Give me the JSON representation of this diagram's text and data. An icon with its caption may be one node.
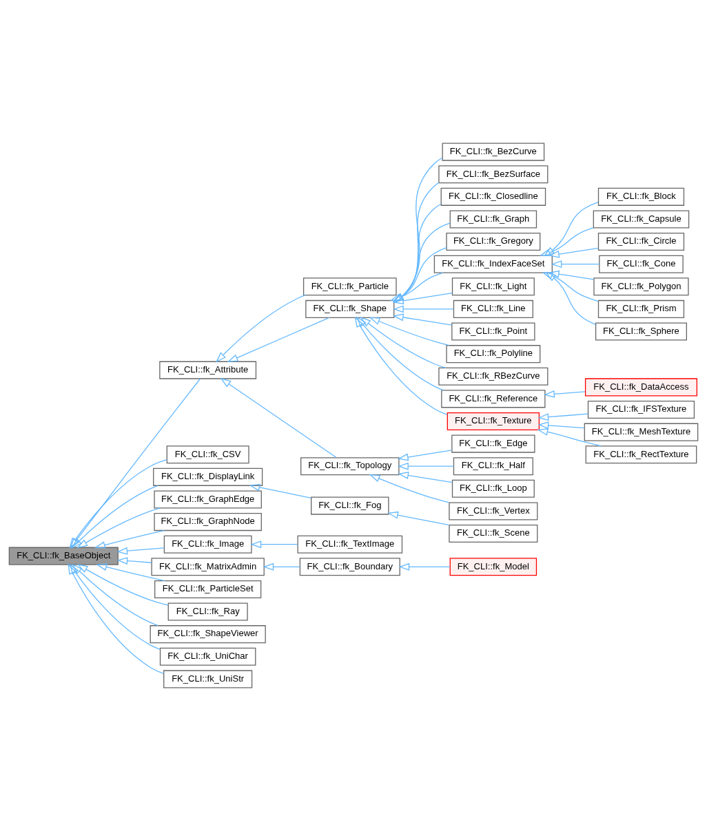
{
  "diagram": {
    "nodes": [
      {
        "text": [
          "FK_CLI::fk_BaseObject"
        ]
      },
      {
        "text": [
          "FK_CLI::fk_Attribute"
        ]
      },
      {
        "text": [
          "FK_CLI::fk_CSV"
        ]
      },
      {
        "text": [
          "FK_CLI::fk_DisplayLink"
        ]
      },
      {
        "text": [
          "FK_CLI::fk_GraphEdge"
        ]
      },
      {
        "text": [
          "FK_CLI::fk_GraphNode"
        ]
      },
      {
        "text": [
          "FK_CLI::fk_Image"
        ]
      },
      {
        "text": [
          "FK_CLI::fk_MatrixAdmin"
        ]
      },
      {
        "text": [
          "FK_CLI::fk_ParticleSet"
        ]
      },
      {
        "text": [
          "FK_CLI::fk_Ray"
        ]
      },
      {
        "text": [
          "FK_CLI::fk_ShapeViewer"
        ]
      },
      {
        "text": [
          "FK_CLI::fk_UniChar"
        ]
      },
      {
        "text": [
          "FK_CLI::fk_UniStr"
        ]
      },
      {
        "text": [
          "FK_CLI::fk_Particle"
        ]
      },
      {
        "text": [
          "FK_CLI::fk_Shape"
        ]
      },
      {
        "text": [
          "FK_CLI::fk_Topology"
        ]
      },
      {
        "text": [
          "FK_CLI::fk_Fog"
        ]
      },
      {
        "text": [
          "FK_CLI::fk_TextImage"
        ]
      },
      {
        "text": [
          "FK_CLI::fk_Boundary"
        ]
      },
      {
        "text": [
          "FK_CLI::fk_BezCurve"
        ]
      },
      {
        "text": [
          "FK_CLI::fk_BezSurface"
        ]
      },
      {
        "text": [
          "FK_CLI::fk_Closedline"
        ]
      },
      {
        "text": [
          "FK_CLI::fk_Graph"
        ]
      },
      {
        "text": [
          "FK_CLI::fk_Gregory"
        ]
      },
      {
        "text": [
          "FK_CLI::fk_IndexFaceSet"
        ]
      },
      {
        "text": [
          "FK_CLI::fk_Light"
        ]
      },
      {
        "text": [
          "FK_CLI::fk_Line"
        ]
      },
      {
        "text": [
          "FK_CLI::fk_Point"
        ]
      },
      {
        "text": [
          "FK_CLI::fk_Polyline"
        ]
      },
      {
        "text": [
          "FK_CLI::fk_RBezCurve"
        ]
      },
      {
        "text": [
          "FK_CLI::fk_Reference"
        ]
      },
      {
        "text": [
          "FK_CLI::fk_Texture"
        ]
      },
      {
        "text": [
          "FK_CLI::fk_Edge"
        ]
      },
      {
        "text": [
          "FK_CLI::fk_Half"
        ]
      },
      {
        "text": [
          "FK_CLI::fk_Loop"
        ]
      },
      {
        "text": [
          "FK_CLI::fk_Vertex"
        ]
      },
      {
        "text": [
          "FK_CLI::fk_Scene"
        ]
      },
      {
        "text": [
          "FK_CLI::fk_Model"
        ]
      },
      {
        "text": [
          "FK_CLI::fk_Block"
        ]
      },
      {
        "text": [
          "FK_CLI::fk_Capsule"
        ]
      },
      {
        "text": [
          "FK_CLI::fk_Circle"
        ]
      },
      {
        "text": [
          "FK_CLI::fk_Cone"
        ]
      },
      {
        "text": [
          "FK_CLI::fk_Polygon"
        ]
      },
      {
        "text": [
          "FK_CLI::fk_Prism"
        ]
      },
      {
        "text": [
          "FK_CLI::fk_Sphere"
        ]
      },
      {
        "text": [
          "FK_CLI::fk_DataAccess"
        ]
      },
      {
        "text": [
          "FK_CLI::fk_IFSTexture"
        ]
      },
      {
        "text": [
          "FK_CLI::fk_MeshTexture"
        ]
      },
      {
        "text": [
          "FK_CLI::fk_RectTexture"
        ]
      }
    ],
    "edges": [
      {
        "from": 1,
        "to": 0,
        "arrow": "to"
      },
      {
        "from": 2,
        "to": 0,
        "arrow": "to"
      },
      {
        "from": 3,
        "to": 0,
        "arrow": "to"
      },
      {
        "from": 4,
        "to": 0,
        "arrow": "to"
      },
      {
        "from": 5,
        "to": 0,
        "arrow": "to"
      },
      {
        "from": 6,
        "to": 0,
        "arrow": "to"
      },
      {
        "from": 7,
        "to": 0,
        "arrow": "to"
      },
      {
        "from": 8,
        "to": 0,
        "arrow": "to"
      },
      {
        "from": 9,
        "to": 0,
        "arrow": "to"
      },
      {
        "from": 10,
        "to": 0,
        "arrow": "to"
      },
      {
        "from": 11,
        "to": 0,
        "arrow": "to"
      },
      {
        "from": 12,
        "to": 0,
        "arrow": "to"
      },
      {
        "from": 13,
        "to": 1,
        "arrow": "to"
      },
      {
        "from": 14,
        "to": 1,
        "arrow": "to"
      },
      {
        "from": 15,
        "to": 1,
        "arrow": "to"
      },
      {
        "from": 16,
        "to": 3,
        "arrow": "to"
      },
      {
        "from": 17,
        "to": 6,
        "arrow": "to"
      },
      {
        "from": 18,
        "to": 7,
        "arrow": "to"
      },
      {
        "from": 19,
        "to": 14,
        "arrow": "to"
      },
      {
        "from": 20,
        "to": 14,
        "arrow": "to"
      },
      {
        "from": 21,
        "to": 14,
        "arrow": "to"
      },
      {
        "from": 22,
        "to": 14,
        "arrow": "to"
      },
      {
        "from": 23,
        "to": 14,
        "arrow": "to"
      },
      {
        "from": 24,
        "to": 14,
        "arrow": "to"
      },
      {
        "from": 25,
        "to": 14,
        "arrow": "to"
      },
      {
        "from": 26,
        "to": 14,
        "arrow": "to"
      },
      {
        "from": 27,
        "to": 14,
        "arrow": "to"
      },
      {
        "from": 28,
        "to": 14,
        "arrow": "to"
      },
      {
        "from": 29,
        "to": 14,
        "arrow": "to"
      },
      {
        "from": 30,
        "to": 14,
        "arrow": "to"
      },
      {
        "from": 31,
        "to": 14,
        "arrow": "to"
      },
      {
        "from": 32,
        "to": 15,
        "arrow": "to"
      },
      {
        "from": 33,
        "to": 15,
        "arrow": "to"
      },
      {
        "from": 34,
        "to": 15,
        "arrow": "to"
      },
      {
        "from": 35,
        "to": 15,
        "arrow": "to"
      },
      {
        "from": 36,
        "to": 16,
        "arrow": "to"
      },
      {
        "from": 37,
        "to": 18,
        "arrow": "to"
      },
      {
        "from": 38,
        "to": 24,
        "arrow": "to"
      },
      {
        "from": 39,
        "to": 24,
        "arrow": "to"
      },
      {
        "from": 40,
        "to": 24,
        "arrow": "to"
      },
      {
        "from": 41,
        "to": 24,
        "arrow": "to"
      },
      {
        "from": 42,
        "to": 24,
        "arrow": "to"
      },
      {
        "from": 43,
        "to": 24,
        "arrow": "to"
      },
      {
        "from": 44,
        "to": 24,
        "arrow": "to"
      },
      {
        "from": 45,
        "to": 30,
        "arrow": "to"
      },
      {
        "from": 46,
        "to": 31,
        "arrow": "to"
      },
      {
        "from": 47,
        "to": 31,
        "arrow": "to"
      },
      {
        "from": 48,
        "to": 31,
        "arrow": "to"
      }
    ]
  }
}
